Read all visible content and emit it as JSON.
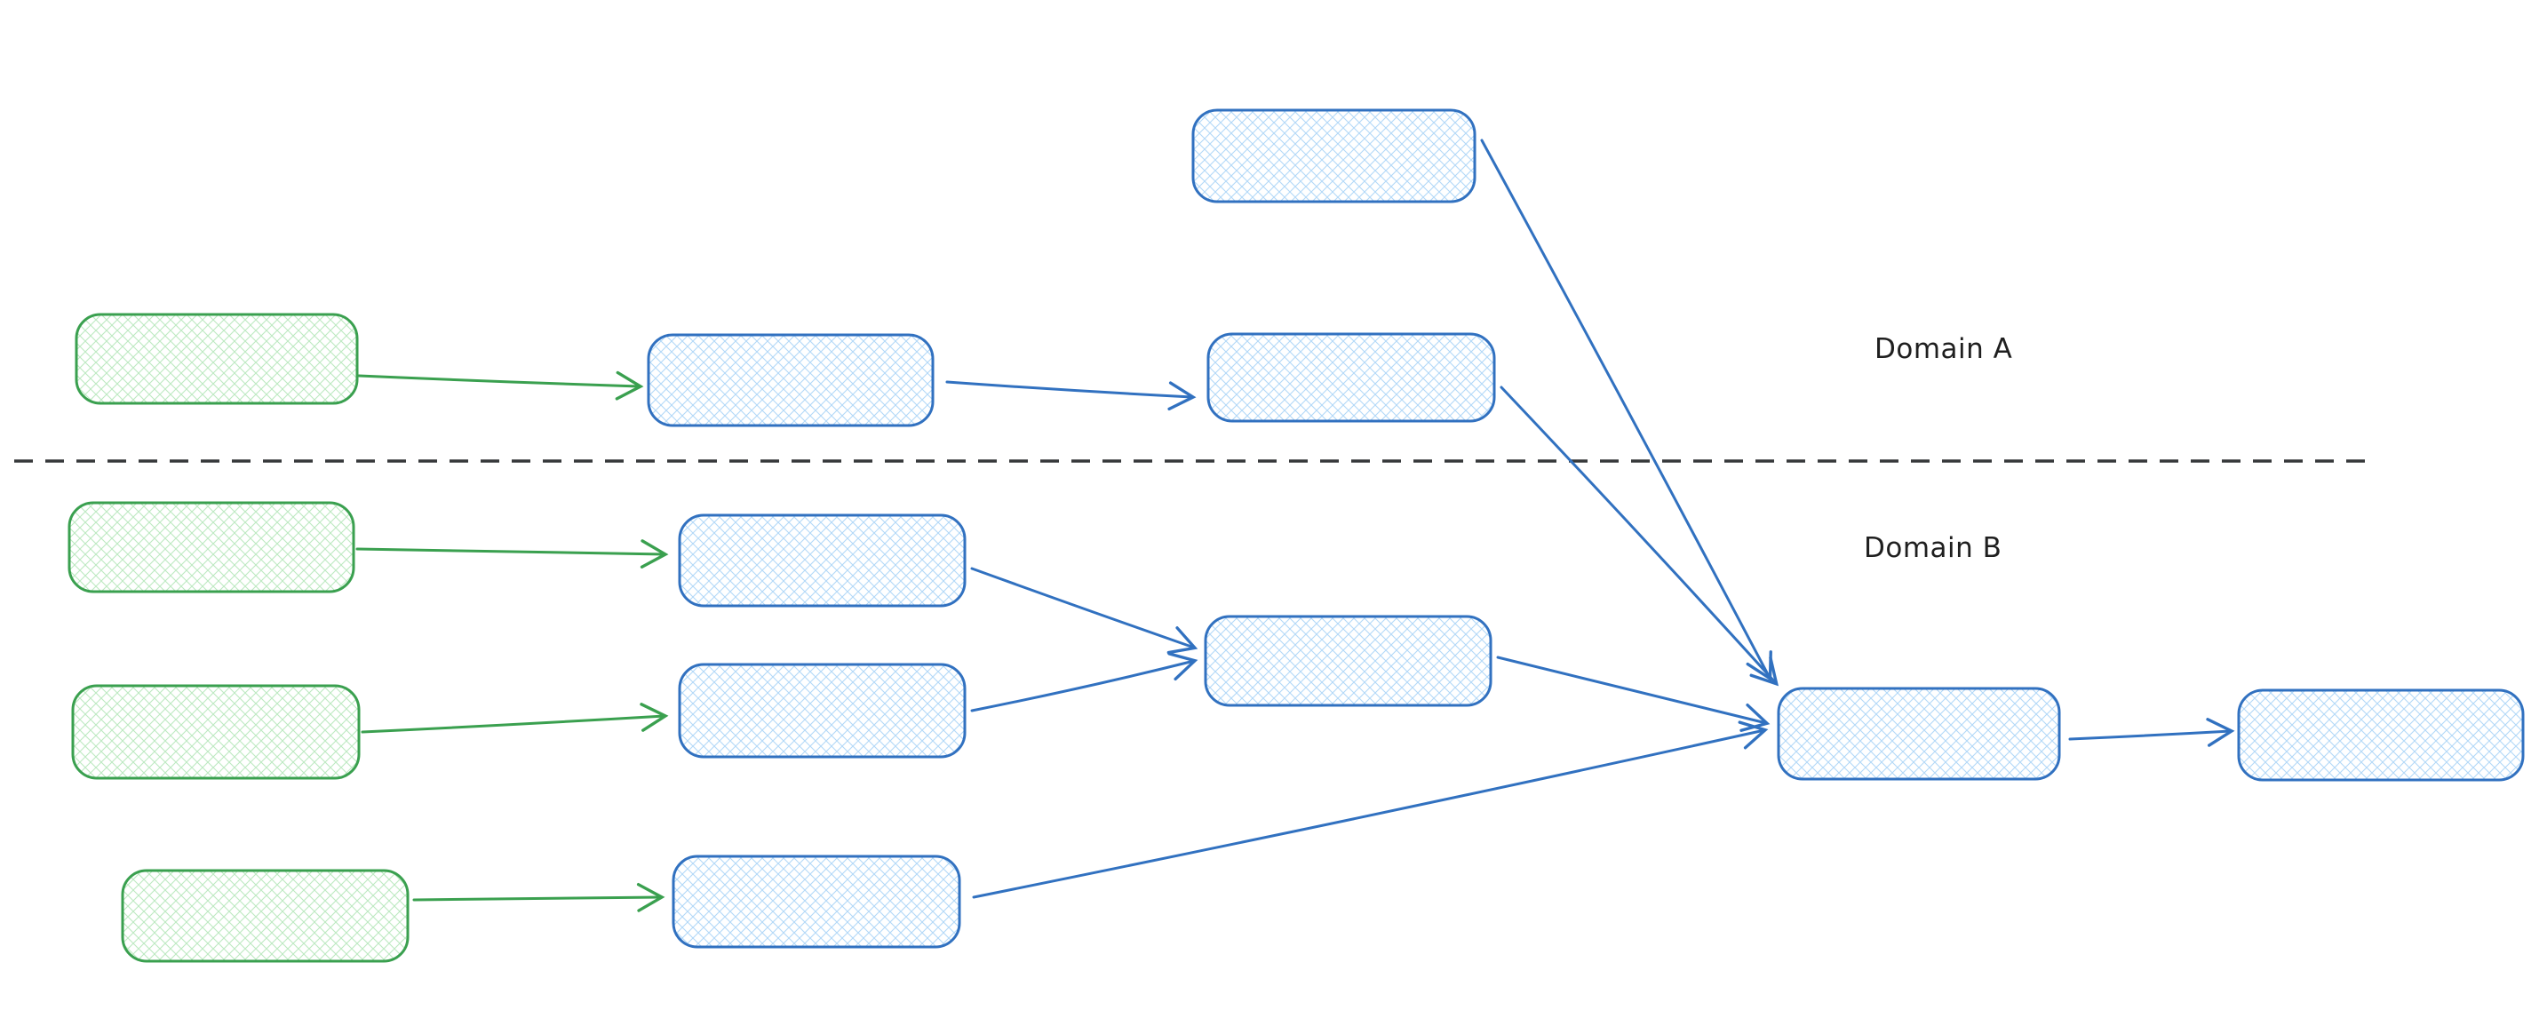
{
  "diagram": {
    "labels": {
      "domain_a": "Domain A",
      "domain_b": "Domain B"
    },
    "colors": {
      "background": "#ffffff",
      "source-stroke": "#3aa04f",
      "source-hatch": "#b8e8bd",
      "process-stroke": "#3171c0",
      "process-hatch": "#aed6f6",
      "divider": "#36383a",
      "label-text": "#1f1f1f"
    },
    "nodes": [
      {
        "id": "process-a0",
        "domain": "A",
        "kind": "process",
        "fill": "blue-crosshatch"
      },
      {
        "id": "source-a1",
        "domain": "A",
        "kind": "source",
        "fill": "green-crosshatch"
      },
      {
        "id": "process-a1",
        "domain": "A",
        "kind": "process",
        "fill": "blue-crosshatch"
      },
      {
        "id": "process-a2",
        "domain": "A",
        "kind": "process",
        "fill": "blue-crosshatch"
      },
      {
        "id": "source-b1",
        "domain": "B",
        "kind": "source",
        "fill": "green-crosshatch"
      },
      {
        "id": "process-b1",
        "domain": "B",
        "kind": "process",
        "fill": "blue-crosshatch"
      },
      {
        "id": "source-b2",
        "domain": "B",
        "kind": "source",
        "fill": "green-crosshatch"
      },
      {
        "id": "process-b2",
        "domain": "B",
        "kind": "process",
        "fill": "blue-crosshatch"
      },
      {
        "id": "merge-b",
        "domain": "B",
        "kind": "process",
        "fill": "blue-crosshatch"
      },
      {
        "id": "source-b3",
        "domain": "B",
        "kind": "source",
        "fill": "green-crosshatch"
      },
      {
        "id": "process-b3",
        "domain": "B",
        "kind": "process",
        "fill": "blue-crosshatch"
      },
      {
        "id": "aggregate",
        "domain": "B",
        "kind": "process",
        "fill": "blue-crosshatch"
      },
      {
        "id": "output",
        "domain": "B",
        "kind": "process",
        "fill": "blue-crosshatch"
      }
    ],
    "edges": [
      {
        "from": "source-a1",
        "to": "process-a1",
        "color": "green"
      },
      {
        "from": "process-a1",
        "to": "process-a2",
        "color": "blue"
      },
      {
        "from": "process-a0",
        "to": "aggregate",
        "color": "blue"
      },
      {
        "from": "process-a2",
        "to": "aggregate",
        "color": "blue"
      },
      {
        "from": "source-b1",
        "to": "process-b1",
        "color": "green"
      },
      {
        "from": "process-b1",
        "to": "merge-b",
        "color": "blue"
      },
      {
        "from": "source-b2",
        "to": "process-b2",
        "color": "green"
      },
      {
        "from": "process-b2",
        "to": "merge-b",
        "color": "blue"
      },
      {
        "from": "merge-b",
        "to": "aggregate",
        "color": "blue"
      },
      {
        "from": "source-b3",
        "to": "process-b3",
        "color": "green"
      },
      {
        "from": "process-b3",
        "to": "aggregate",
        "color": "blue"
      },
      {
        "from": "aggregate",
        "to": "output",
        "color": "blue"
      }
    ]
  }
}
